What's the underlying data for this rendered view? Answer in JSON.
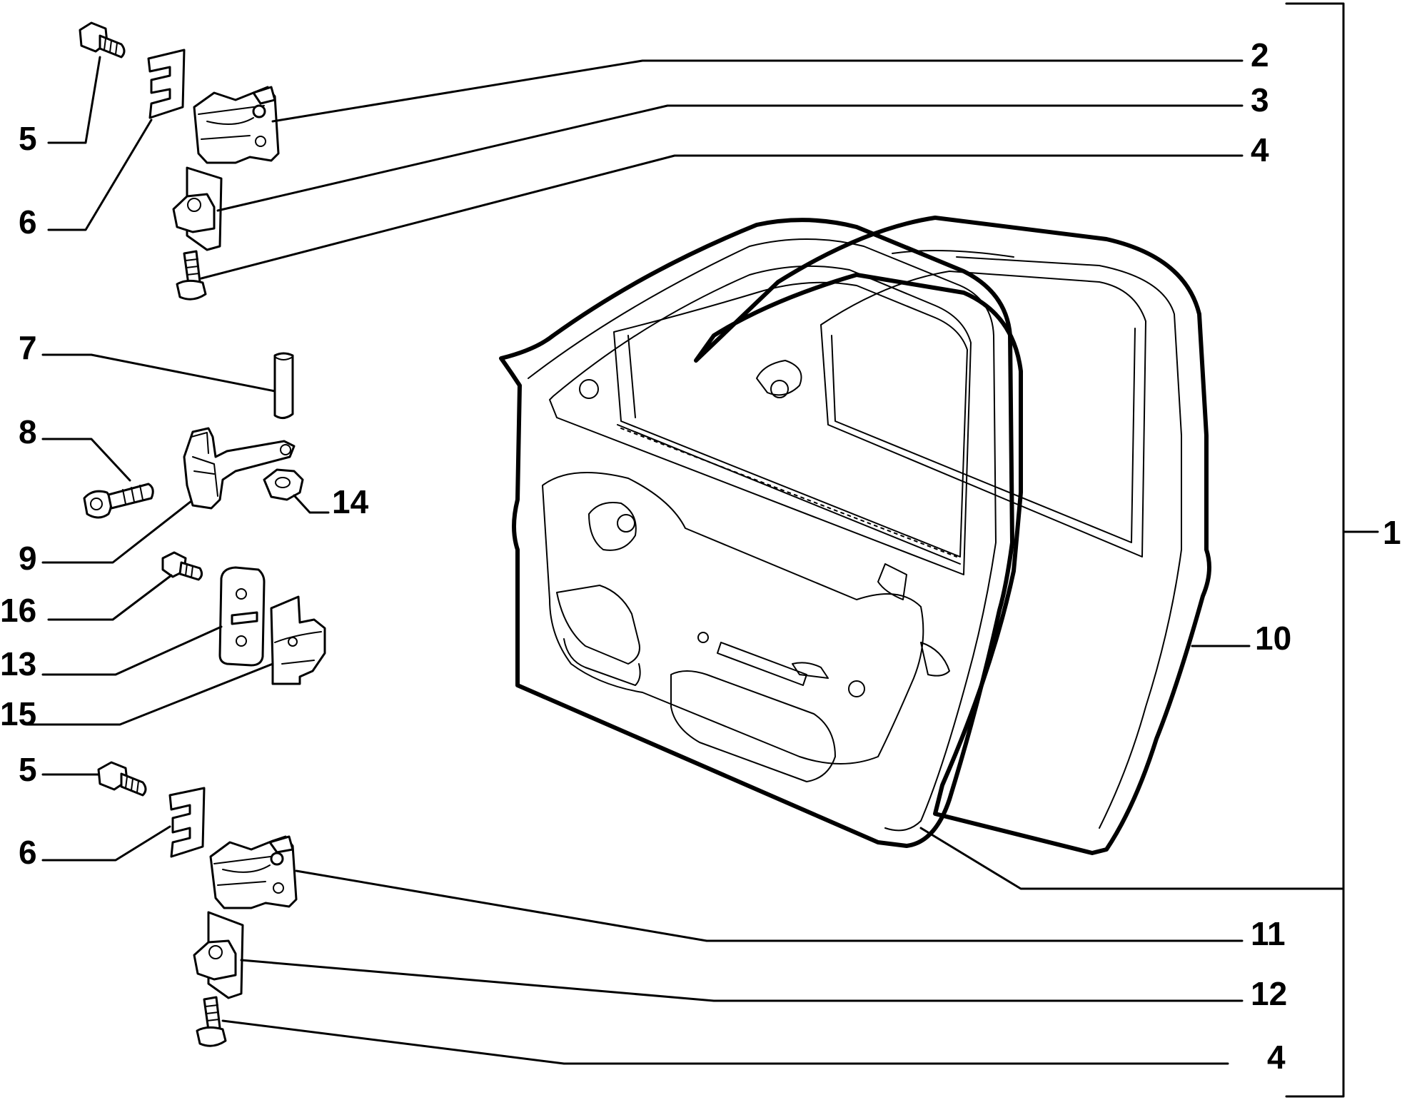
{
  "callouts": {
    "c1": "1",
    "c2": "2",
    "c3": "3",
    "c4a": "4",
    "c4b": "4",
    "c5a": "5",
    "c5b": "5",
    "c6a": "6",
    "c6b": "6",
    "c7": "7",
    "c8": "8",
    "c9": "9",
    "c10": "10",
    "c11": "11",
    "c12": "12",
    "c13": "13",
    "c14": "14",
    "c15": "15",
    "c16": "16"
  },
  "icons": {
    "door-shell": "door-inner-panel-icon",
    "door-skin": "door-outer-skin-icon",
    "hinge": "door-hinge-icon",
    "bolt": "bolt-icon",
    "shim": "shim-plate-icon",
    "pin": "hinge-pin-icon",
    "check-strap": "door-check-strap-icon",
    "nut": "nut-icon"
  },
  "colors": {
    "ink": "#000000",
    "paper": "#ffffff"
  }
}
